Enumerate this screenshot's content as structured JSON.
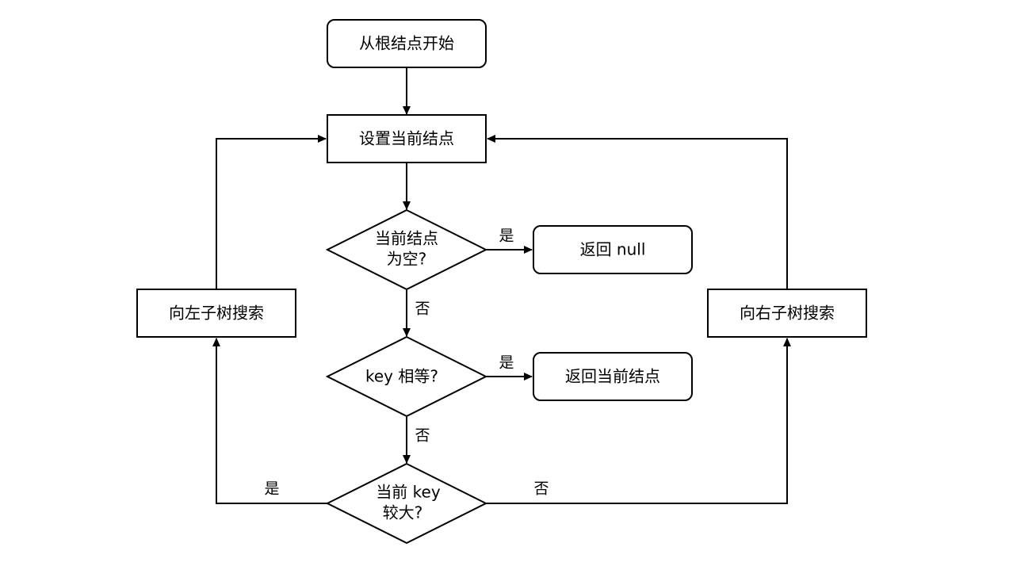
{
  "diagram": {
    "nodes": {
      "start": "从根结点开始",
      "set_current": "设置当前结点",
      "is_null_line1": "当前结点",
      "is_null_line2": "为空?",
      "return_null": "返回 null",
      "key_equal": "key 相等?",
      "return_current": "返回当前结点",
      "key_larger_line1": "当前 key",
      "key_larger_line2": "较大?",
      "search_left": "向左子树搜索",
      "search_right": "向右子树搜索"
    },
    "edges": {
      "null_yes": "是",
      "null_no": "否",
      "equal_yes": "是",
      "equal_no": "否",
      "larger_yes": "是",
      "larger_no": "否"
    }
  }
}
